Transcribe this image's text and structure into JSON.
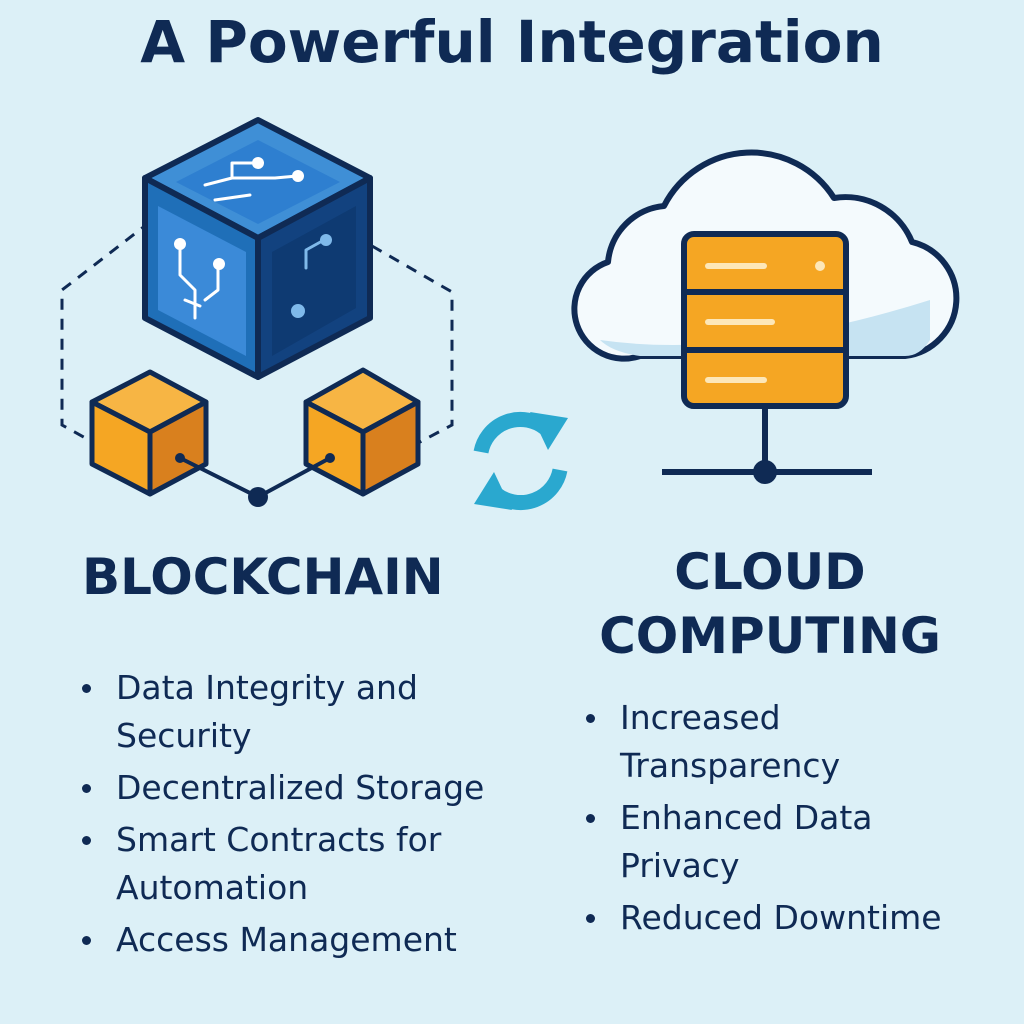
{
  "title": "A Powerful Integration",
  "blockchain": {
    "heading": "BLOCKCHAIN",
    "bullets": [
      "Data Integrity and Security",
      "Decentralized Storage",
      "Smart Contracts for Automation",
      "Access Management"
    ]
  },
  "cloud": {
    "heading_line1": "CLOUD",
    "heading_line2": "COMPUTING",
    "bullets": [
      "Increased Transparency",
      "Enhanced Data Privacy",
      "Reduced Downtime"
    ]
  },
  "colors": {
    "background": "#dcf0f7",
    "navy": "#0f2a54",
    "cube_blue": "#1f6fb8",
    "block_orange": "#f5a623",
    "sync_teal": "#2aa8cf"
  },
  "icons": [
    "blockchain-cube-icon",
    "block-icon",
    "sync-arrows-icon",
    "cloud-icon",
    "server-icon"
  ]
}
